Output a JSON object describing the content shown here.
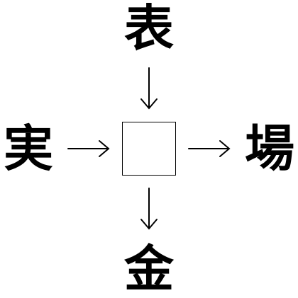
{
  "puzzle": {
    "top": "表",
    "left": "実",
    "right": "場",
    "bottom": "金",
    "answer": ""
  }
}
